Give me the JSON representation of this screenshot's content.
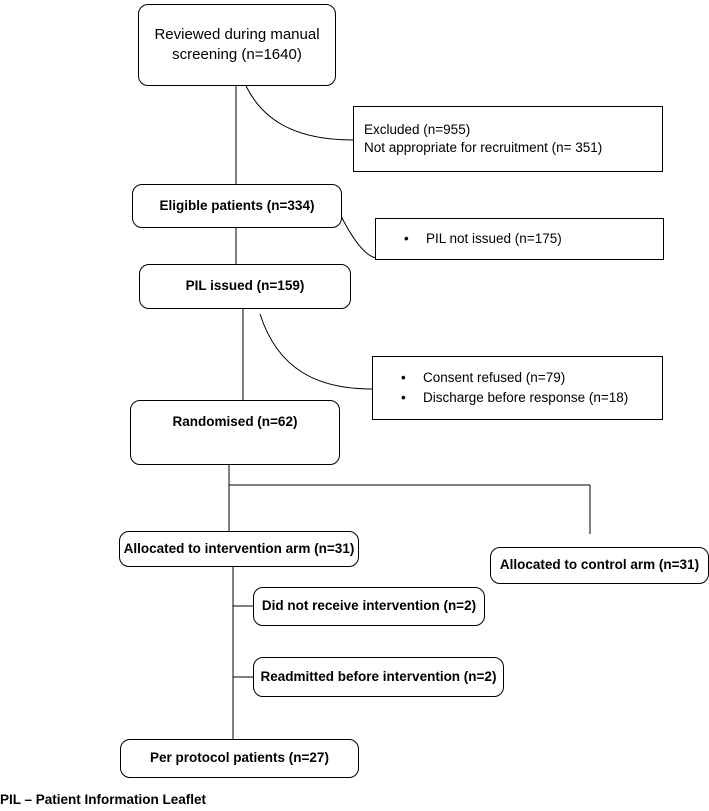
{
  "flow": {
    "screened": "Reviewed during manual screening (n=1640)",
    "excluded": [
      "Excluded (n=955)",
      "Not appropriate for recruitment (n= 351)"
    ],
    "eligible": "Eligible patients (n=334)",
    "pil_not_issued": "PIL not issued (n=175)",
    "pil_issued": "PIL issued (n=159)",
    "consent_refused": "Consent refused (n=79)",
    "discharge": "Discharge before response (n=18)",
    "randomised": "Randomised (n=62)",
    "intervention": "Allocated to intervention arm (n=31)",
    "control": "Allocated to control arm (n=31)",
    "no_intervention": "Did not receive intervention (n=2)",
    "readmitted": "Readmitted before intervention (n=2)",
    "per_protocol": "Per protocol patients (n=27)"
  },
  "footnote": "PIL – Patient Information Leaflet"
}
